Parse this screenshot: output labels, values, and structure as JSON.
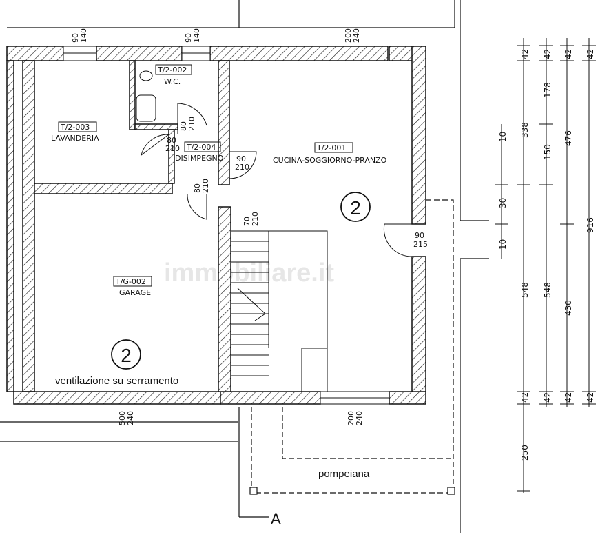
{
  "rooms": {
    "lavanderia": {
      "code": "T/2-003",
      "name": "LAVANDERIA"
    },
    "wc": {
      "code": "T/2-002",
      "name": "W.C."
    },
    "disimpegno": {
      "code": "T/2-004",
      "name": "DISIMPEGNO"
    },
    "cucina": {
      "code": "T/2-001",
      "name": "CUCINA-SOGGIORNO-PRANZO"
    },
    "garage": {
      "code": "T/G-002",
      "name": "GARAGE"
    }
  },
  "zone_markers": [
    "2",
    "2"
  ],
  "notes": {
    "ventilation": "ventilazione su serramento",
    "pergola": "pompeiana",
    "section": "A"
  },
  "openings": {
    "top_win_left": [
      "90",
      "140"
    ],
    "top_win_mid": [
      "90",
      "140"
    ],
    "top_win_right": [
      "200",
      "240"
    ],
    "bottom_left": [
      "500",
      "240"
    ],
    "bottom_right": [
      "200",
      "240"
    ],
    "door_disimpegno": [
      "80",
      "210"
    ],
    "door_wc": [
      "80",
      "210"
    ],
    "door_cucina": [
      "90",
      "210"
    ],
    "door_garage": [
      "80",
      "210"
    ],
    "door_stair": [
      "70",
      "210"
    ],
    "door_east": [
      "90",
      "215"
    ]
  },
  "dimension_chains": {
    "col1": [
      "42",
      "338",
      "548",
      "42",
      "250"
    ],
    "col2": [
      "42",
      "178",
      "150",
      "548",
      "42"
    ],
    "col3": [
      "42",
      "476",
      "430",
      "42"
    ],
    "col4": [
      "42",
      "916",
      "42"
    ],
    "small": [
      "10",
      "30",
      "10"
    ]
  },
  "watermark": "immobiliare.it"
}
